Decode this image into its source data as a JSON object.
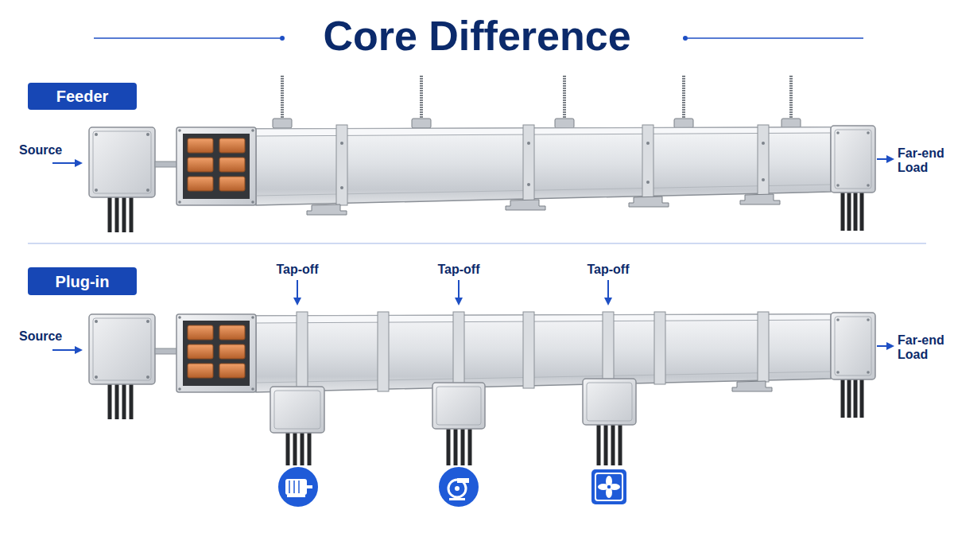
{
  "diagram": {
    "title": "Core Difference",
    "nodes": [
      {
        "text": [
          "Feeder"
        ]
      },
      {
        "text": [
          "Plug-in"
        ]
      }
    ],
    "labels": [
      "Source",
      "Far-end Load",
      "Tap-off",
      "Tap-off",
      "Tap-off",
      "Source",
      "Far-end Load"
    ]
  }
}
